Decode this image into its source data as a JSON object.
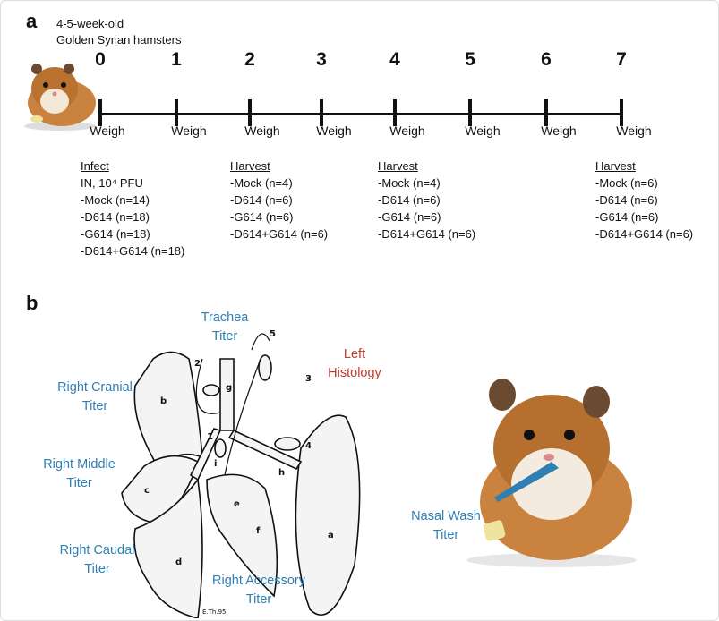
{
  "panel_a": {
    "label": "a",
    "subtitle": [
      "4-5-week-old",
      "Golden Syrian hamsters"
    ],
    "days": [
      "0",
      "1",
      "2",
      "3",
      "4",
      "5",
      "6",
      "7"
    ],
    "weigh_label": "Weigh",
    "groups": [
      {
        "heading": "Infect",
        "lines": [
          "IN, 10⁴ PFU",
          "-Mock (n=14)",
          "-D614 (n=18)",
          "-G614 (n=18)",
          "-D614+G614 (n=18)"
        ]
      },
      {
        "heading": "Harvest",
        "lines": [
          "-Mock (n=4)",
          "-D614 (n=6)",
          "-G614 (n=6)",
          "-D614+G614 (n=6)"
        ]
      },
      {
        "heading": "Harvest",
        "lines": [
          "-Mock (n=4)",
          "-D614 (n=6)",
          "-G614 (n=6)",
          "-D614+G614 (n=6)"
        ]
      },
      {
        "heading": "Harvest",
        "lines": [
          "-Mock (n=6)",
          "-D614 (n=6)",
          "-G614 (n=6)",
          "-D614+G614 (n=6)"
        ]
      }
    ]
  },
  "panel_b": {
    "label": "b",
    "labels": {
      "trachea": [
        "Trachea",
        "Titer"
      ],
      "left": [
        "Left",
        "Histology"
      ],
      "right_cranial": [
        "Right Cranial",
        "Titer"
      ],
      "right_middle": [
        "Right Middle",
        "Titer"
      ],
      "right_caudal": [
        "Right Caudal",
        "Titer"
      ],
      "right_accessory": [
        "Right Accessory",
        "Titer"
      ],
      "nasal_wash": [
        "Nasal Wash",
        "Titer"
      ]
    },
    "lobe_letters": [
      "a",
      "b",
      "c",
      "d",
      "e",
      "f",
      "g",
      "h",
      "i"
    ],
    "node_numbers": [
      "1",
      "2",
      "3",
      "4",
      "5"
    ],
    "signature": "E.Th.95"
  },
  "colors": {
    "titer_label": "#2f7fb5",
    "histology_label": "#c0392b",
    "hamster_fur": "#c9833f"
  }
}
